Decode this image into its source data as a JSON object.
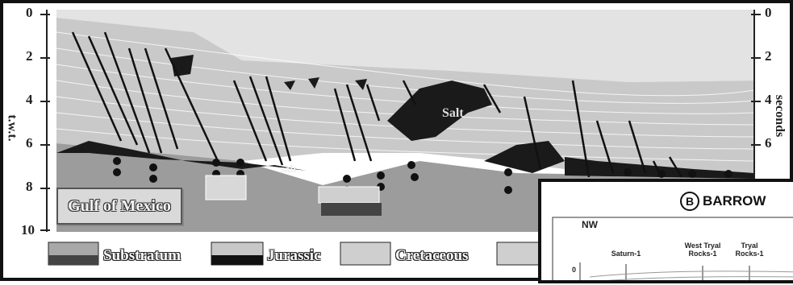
{
  "section": {
    "title": "Gulf of Mexico",
    "left_axis_label": "t.w.t.",
    "right_axis_label": "seconds",
    "ticks": [
      "0",
      "2",
      "4",
      "6",
      "8",
      "10"
    ],
    "labels": {
      "salt_main": "Salt",
      "salt_lower": "salt"
    }
  },
  "legend": [
    "Substratum",
    "Jurassic",
    "Cretaceous"
  ],
  "barrow": {
    "panel_letter": "B",
    "title": "BARROW",
    "direction": "NW",
    "wells": [
      "Saturn-1",
      "West Tryal Rocks-1",
      "Tryal Rocks-1"
    ],
    "depth_tick": "0"
  },
  "colors": {
    "sea": "#dcdcdc",
    "sediment": "#c4c4c4",
    "deep": "#9a9a9a",
    "salt": "#1a1a1a",
    "frame": "#111111"
  }
}
